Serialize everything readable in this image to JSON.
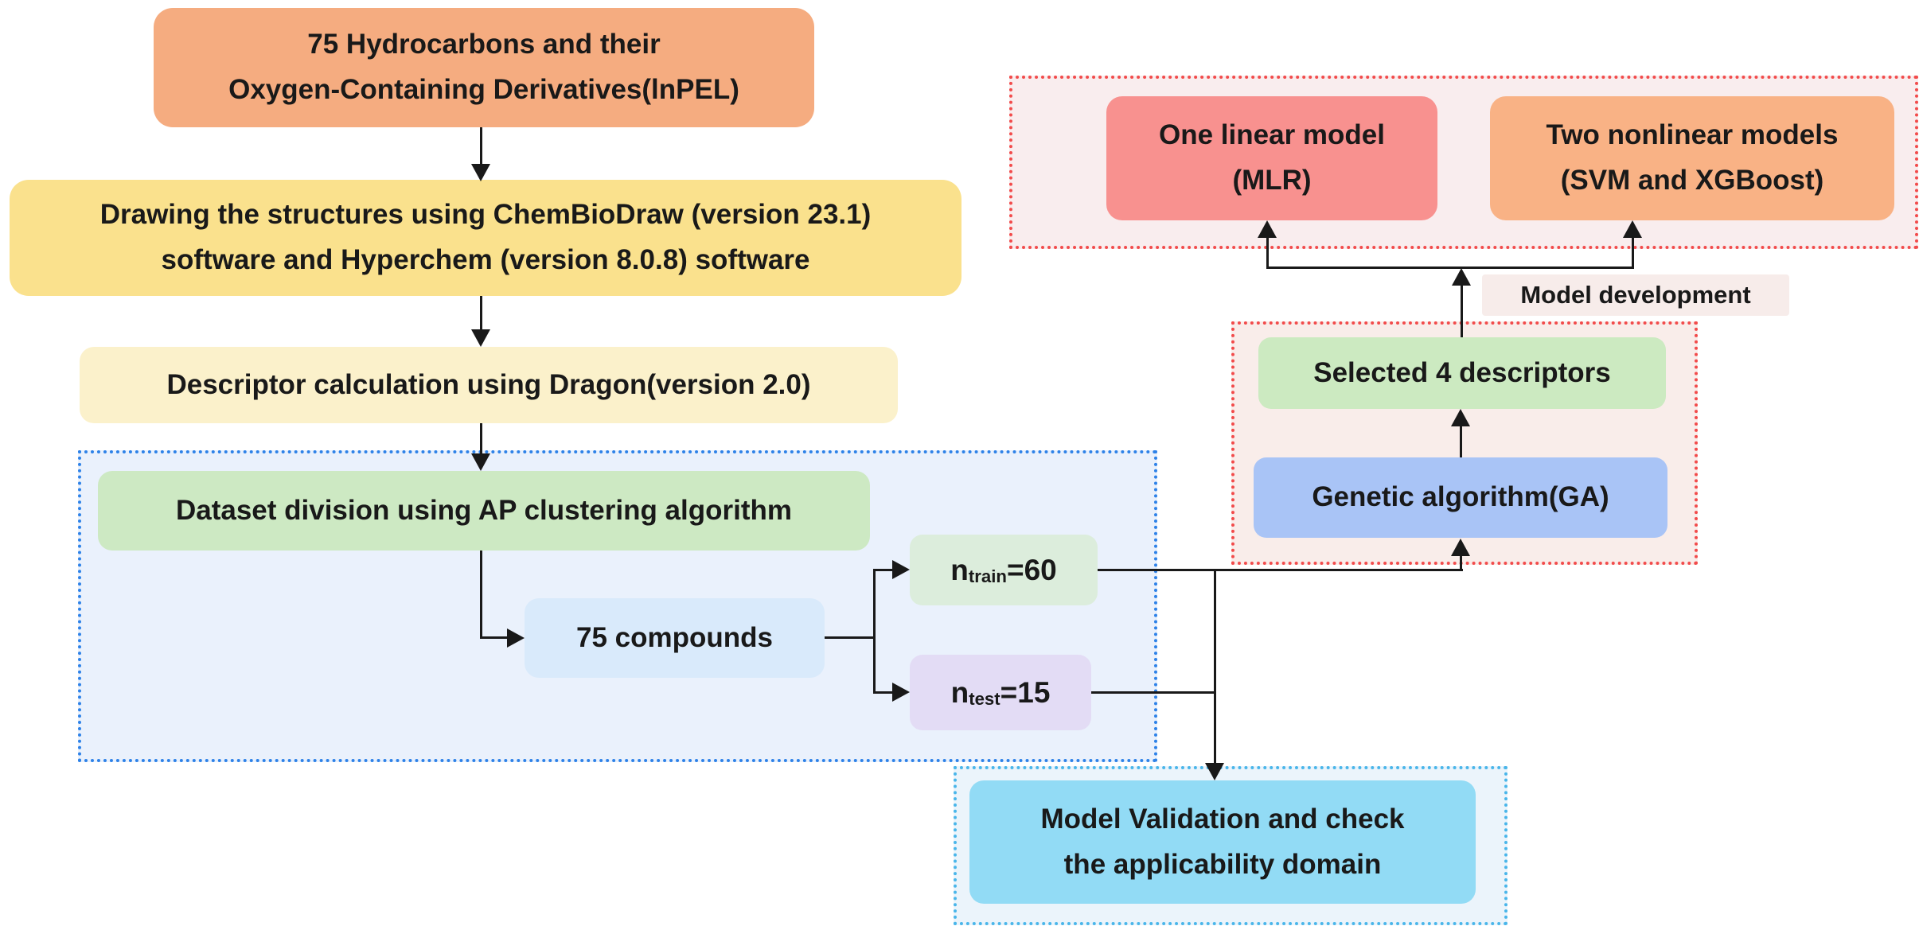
{
  "diagram": {
    "source_box": {
      "line1": "75 Hydrocarbons and their",
      "line2": "Oxygen-Containing Derivatives(lnPEL)"
    },
    "drawing_box": {
      "line1": "Drawing the structures using ChemBioDraw (version 23.1)",
      "line2": "software and Hyperchem (version 8.0.8) software"
    },
    "descriptor_box": {
      "label": "Descriptor calculation using Dragon(version 2.0)"
    },
    "dataset_division_box": {
      "label": "Dataset division using AP clustering algorithm"
    },
    "compounds_box": {
      "label": "75 compounds"
    },
    "train_box": {
      "base": "n",
      "subscript": "train",
      "value": "=60"
    },
    "test_box": {
      "base": "n",
      "subscript": "test",
      "value": "=15"
    },
    "linear_model_box": {
      "line1": "One linear model",
      "line2": "(MLR)"
    },
    "nonlinear_model_box": {
      "line1": "Two nonlinear models",
      "line2": "(SVM and XGBoost)"
    },
    "model_development_label": "Model development",
    "selected_descriptors_box": {
      "label": "Selected 4 descriptors"
    },
    "genetic_algorithm_box": {
      "label": "Genetic algorithm(GA)"
    },
    "validation_box": {
      "line1": "Model Validation and check",
      "line2": "the applicability domain"
    }
  },
  "colors": {
    "source_box_bg": "#F5AC80",
    "drawing_box_bg": "#FAE18D",
    "descriptor_box_bg": "#FBF1CB",
    "dataset_container_bg": "#EAF1FC",
    "dataset_container_border": "#2E82E8",
    "dataset_division_bg": "#CDE9C3",
    "compounds_bg": "#D9EAFB",
    "train_bg": "#DCEDDC",
    "test_bg": "#E3DCF5",
    "models_container_bg": "#F9EDEE",
    "red_dotted_border": "#F24B4B",
    "linear_model_bg": "#F8918F",
    "nonlinear_model_bg": "#F9B285",
    "model_development_bg": "#F7ECEA",
    "feature_container_bg": "#F9EDEA",
    "selected_descriptors_bg": "#CCEAC1",
    "genetic_algorithm_bg": "#A9C4F6",
    "validation_container_bg": "#EBF4FB",
    "validation_container_border": "#4AB6EA",
    "validation_bg": "#92DBF5",
    "arrow_color": "#191919"
  }
}
